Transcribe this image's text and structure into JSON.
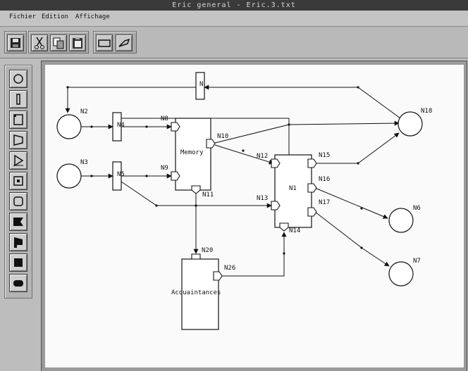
{
  "window": {
    "title": "Eric general - Eric.3.txt"
  },
  "menu": {
    "items": [
      "Fichier",
      "Edition",
      "Affichage"
    ]
  },
  "toolbar": {
    "icons": [
      "save-icon",
      "cut-icon",
      "copy-icon",
      "paste-icon",
      "rectangle-icon",
      "link-icon"
    ]
  },
  "palette": {
    "tools": [
      "circle-tool-icon",
      "bar-tool-icon",
      "box-tool-icon",
      "trapezoid-tool-icon",
      "triangle-tool-icon",
      "port-tool-icon",
      "rounded-port-tool-icon",
      "filled-shape-tool-icon",
      "flag-tool-icon",
      "filled-rect-tool-icon",
      "filled-pill-tool-icon"
    ]
  },
  "diagram": {
    "node_labels": {
      "n2": "N2",
      "n3": "N3",
      "n4": "N4",
      "n5": "N5",
      "n6": "N6",
      "n7": "N7",
      "n8": "N8",
      "n9": "N9",
      "n10": "N10",
      "n11": "N11",
      "n12": "N12",
      "n13": "N13",
      "n14": "N14",
      "n15": "N15",
      "n16": "N16",
      "n17": "N17",
      "n18": "N18",
      "n20": "N20",
      "n26": "N26",
      "n_top": "N"
    },
    "boxes": {
      "memory": "Memory",
      "n1": "N1",
      "acquaintances": "Acquaintances"
    }
  },
  "colors": {
    "canvas": "#fafafa",
    "chrome": "#bdbdbd",
    "ink": "#111111"
  }
}
